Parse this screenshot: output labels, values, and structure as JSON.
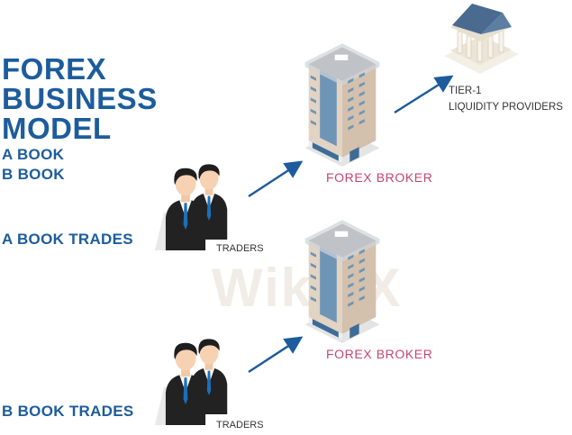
{
  "title": {
    "line1": "FOREX",
    "line2": "BUSINESS",
    "line3": "MODEL"
  },
  "subtitle": {
    "a_book": "A BOOK",
    "b_book": "B BOOK"
  },
  "sections": {
    "a_book_trades": "A BOOK TRADES",
    "b_book_trades": "B BOOK TRADES"
  },
  "nodes": {
    "traders_a": "TRADERS",
    "traders_b": "TRADERS",
    "broker_a": "FOREX BROKER",
    "broker_b": "FOREX BROKER",
    "lp_line1": "TIER-1",
    "lp_line2": "LIQUIDITY PROVIDERS"
  },
  "watermark": "WikiFX",
  "colors": {
    "title": "#1d5c9c",
    "broker": "#c4466f",
    "arrow": "#1d5c9c"
  }
}
